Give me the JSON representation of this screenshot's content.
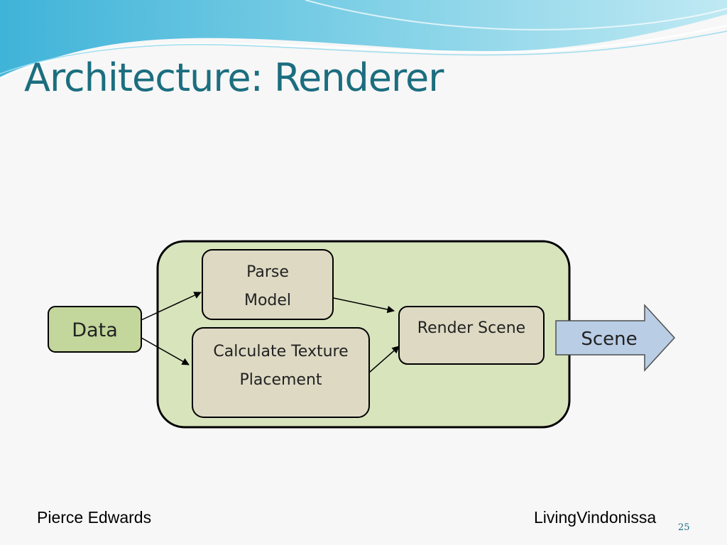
{
  "slide": {
    "title": "Architecture: Renderer",
    "footer_left": "Pierce Edwards",
    "footer_right": "LivingVindonissa",
    "page_number": "25"
  },
  "diagram": {
    "nodes": {
      "data": "Data",
      "parse_line1": "Parse",
      "parse_line2": "Model",
      "calc_line1": "Calculate Texture",
      "calc_line2": "Placement",
      "render": "Render Scene",
      "scene": "Scene"
    },
    "edges": [
      [
        "Data",
        "Parse Model"
      ],
      [
        "Data",
        "Calculate Texture Placement"
      ],
      [
        "Parse Model",
        "Render Scene"
      ],
      [
        "Calculate Texture Placement",
        "Render Scene"
      ],
      [
        "Render Scene",
        "Scene"
      ]
    ]
  },
  "colors": {
    "title": "#1b6e7f",
    "container_fill": "#d8e4bc",
    "data_fill": "#c3d69b",
    "process_fill": "#ddd9c3",
    "output_fill": "#b9cde5",
    "wave_primary": "#5bc0de",
    "wave_light": "#bde8f4"
  }
}
